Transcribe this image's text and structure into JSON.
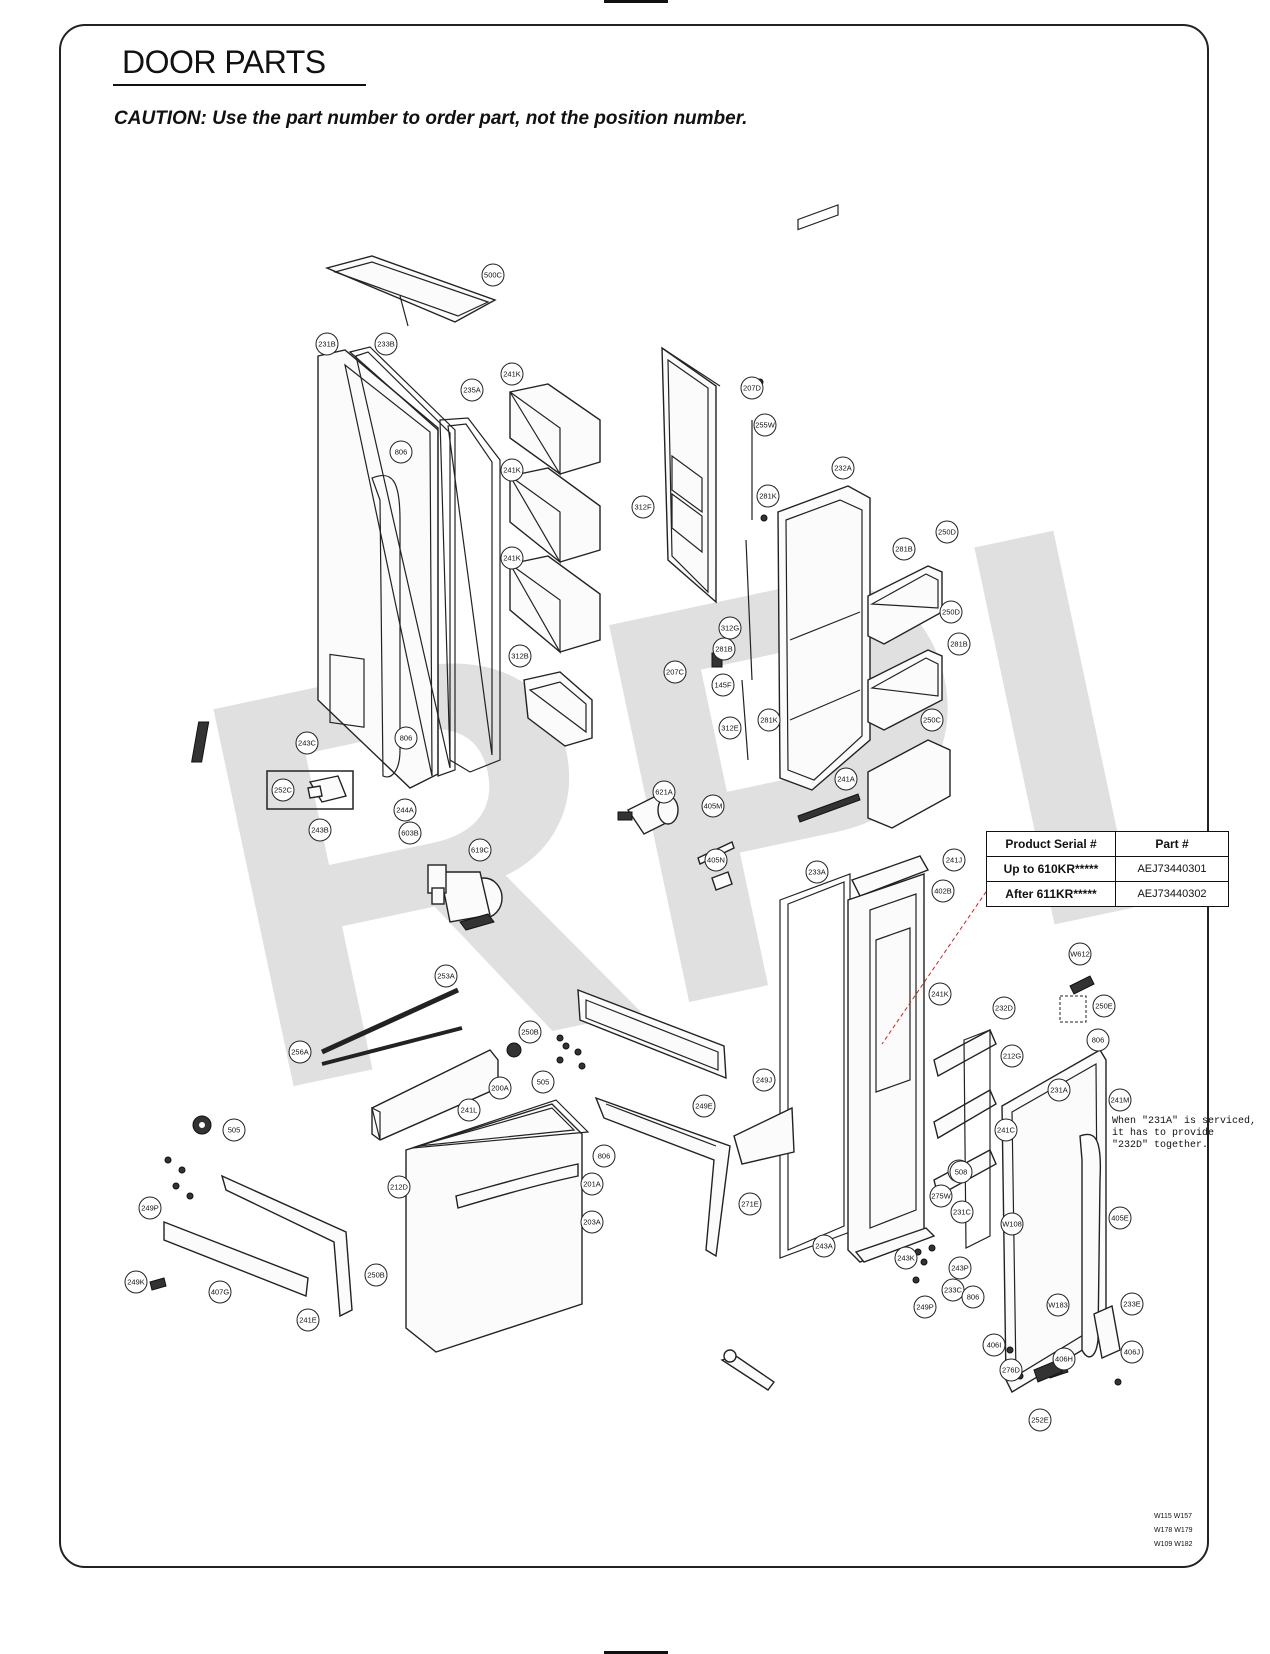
{
  "title": "DOOR PARTS",
  "caution": "CAUTION: Use the part number to order part, not the position number.",
  "watermark": "RPI",
  "serial_table": {
    "headers": [
      "Product Serial #",
      "Part #"
    ],
    "rows": [
      [
        "Up to 610KR*****",
        "AEJ73440301"
      ],
      [
        "After 611KR*****",
        "AEJ73440302"
      ]
    ]
  },
  "note_lines": [
    "When \"231A\" is serviced,",
    "it has to provide",
    "\"232D\" together."
  ],
  "wcodes_lines": [
    "W115  W157",
    "W178  W179",
    "W109  W182"
  ],
  "callouts": [
    "500C",
    "231B",
    "233B",
    "235A",
    "241K",
    "241K",
    "241K",
    "806",
    "312B",
    "806",
    "243C",
    "252C",
    "243B",
    "244A",
    "603B",
    "619C",
    "207D",
    "255W",
    "281K",
    "232A",
    "312F",
    "250D",
    "281B",
    "250D",
    "281B",
    "312G",
    "281B",
    "145F",
    "207C",
    "312E",
    "281K",
    "250C",
    "241A",
    "621A",
    "405M",
    "405N",
    "233A",
    "241J",
    "402B",
    "253A",
    "250B",
    "256A",
    "505",
    "241L",
    "249E",
    "200A",
    "806",
    "212D",
    "201A",
    "203A",
    "250B",
    "505",
    "249P",
    "407G",
    "249K",
    "241E",
    "249J",
    "271E",
    "W612",
    "250E",
    "241K",
    "232D",
    "212G",
    "806",
    "231A",
    "241M",
    "241C",
    "241D",
    "508",
    "275W",
    "231C",
    "W108",
    "243A",
    "243K",
    "243P",
    "233C",
    "249P",
    "806",
    "405E",
    "W183",
    "233E",
    "406J",
    "406I",
    "406H",
    "276D",
    "252E"
  ]
}
